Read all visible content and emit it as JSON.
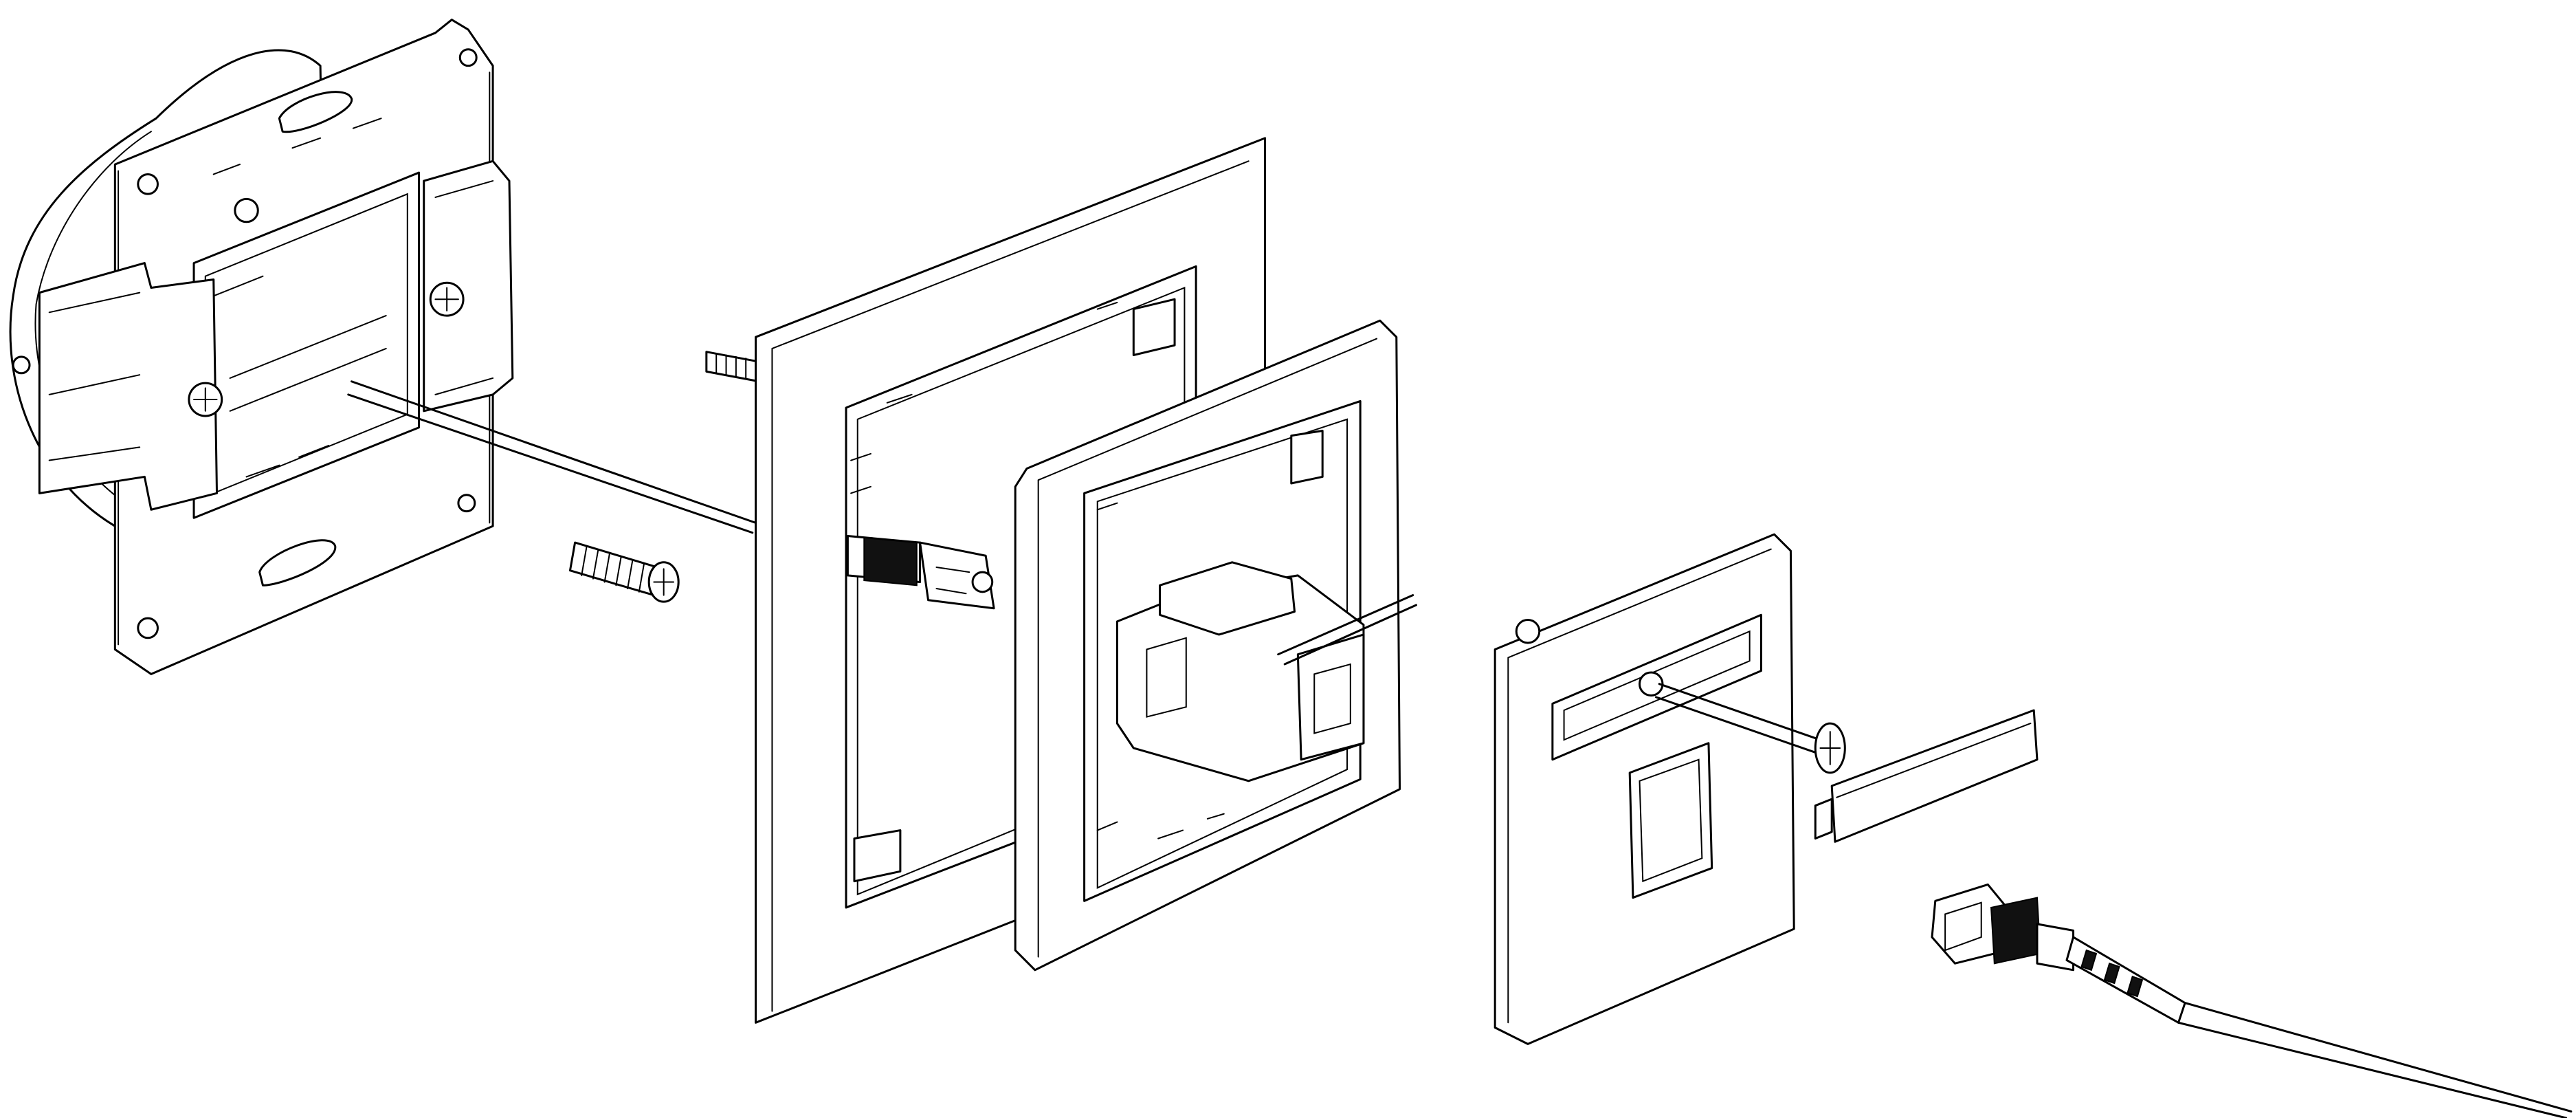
{
  "figure": {
    "kind": "exploded assembly line drawing",
    "background": "#ffffff",
    "stroke_color": "#000000",
    "labels": []
  },
  "parts": [
    {
      "id": "mounting-plate-with-backbox",
      "icon": "mounting-plate-icon"
    },
    {
      "id": "fixing-screw",
      "icon": "screw-icon"
    },
    {
      "id": "extension-rod",
      "icon": "rod-icon"
    },
    {
      "id": "outer-frame",
      "icon": "frame-icon"
    },
    {
      "id": "sc-connector-left",
      "icon": "connector-icon"
    },
    {
      "id": "inner-frame-with-coupler",
      "icon": "coupler-icon"
    },
    {
      "id": "cover-plate",
      "icon": "cover-plate-icon"
    },
    {
      "id": "cover-screw",
      "icon": "screw-icon"
    },
    {
      "id": "label-strip",
      "icon": "label-icon"
    },
    {
      "id": "patch-cord-connector",
      "icon": "patch-cord-icon"
    }
  ]
}
